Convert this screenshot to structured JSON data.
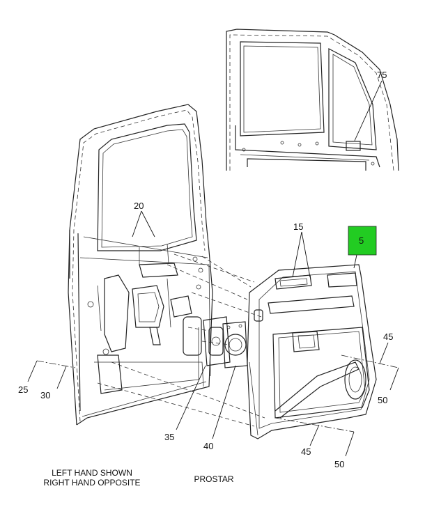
{
  "callouts": {
    "c75": "75",
    "c20": "20",
    "c15": "15",
    "c5": "5",
    "c45a": "45",
    "c50a": "50",
    "c25": "25",
    "c30": "30",
    "c35": "35",
    "c40": "40",
    "c45b": "45",
    "c50b": "50"
  },
  "captions": {
    "left_line1": "LEFT HAND SHOWN",
    "left_line2": "RIGHT HAND OPPOSITE",
    "model": "PROSTAR"
  },
  "colors": {
    "highlight": "#22cc22",
    "line": "#222222"
  }
}
